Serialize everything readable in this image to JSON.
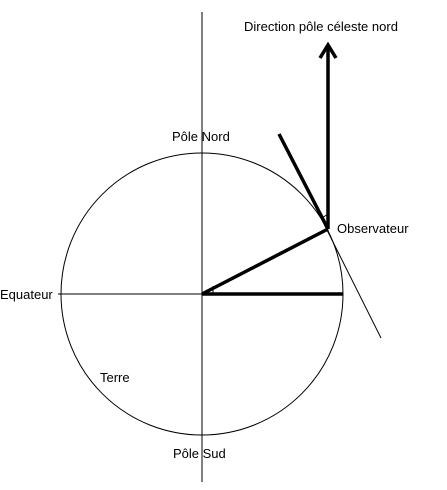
{
  "labels": {
    "direction": "Direction pôle céleste nord",
    "pole_nord": "Pôle Nord",
    "observateur": "Observateur",
    "equateur": "Equateur",
    "terre": "Terre",
    "pole_sud": "Pôle Sud"
  }
}
